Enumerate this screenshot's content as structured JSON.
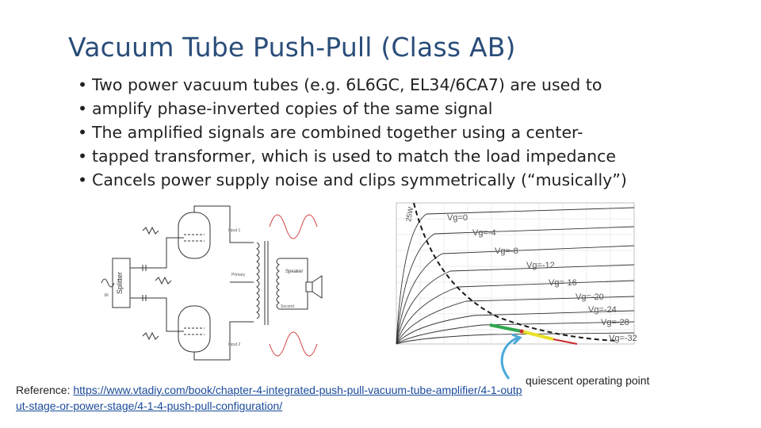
{
  "slide": {
    "title": "Vacuum Tube Push-Pull (Class AB)",
    "bullets": [
      "Two power vacuum tubes (e.g. 6L6GC, EL34/6CA7) are used to",
      "amplify phase-inverted copies of the same signal",
      "The amplified signals are combined together using a center-",
      "tapped transformer, which is used to match the load impedance",
      "Cancels power supply noise and clips symmetrically (“musically”)"
    ],
    "reference_label": "Reference:",
    "reference_url": "https://www.vtadiy.com/book/chapter-4-integrated-push-pull-vacuum-tube-amplifier/4-1-output-stage-or-power-stage/4-1-4-push-pull-configuration/",
    "callout": "quiescent operating point"
  },
  "circuit": {
    "splitter_label": "Splitter",
    "in_label": "in",
    "speaker_label": "Speaker",
    "labels": [
      "Input 1",
      "Input 2",
      "Primary",
      "Second"
    ]
  },
  "plate_curves": {
    "power_label": "25W",
    "vg_labels": [
      "Vg=0",
      "Vg=-4",
      "Vg=-8",
      "Vg=-12",
      "Vg=-16",
      "Vg=-20",
      "Vg=-24",
      "Vg=-28",
      "Vg=-32"
    ],
    "load_line_color": "#1a1a1a",
    "green_segment_color": "#2fa84f",
    "yellow_segment_color": "#e8e02a",
    "red_segment_color": "#d02a2a",
    "arrow_color": "#4aa8d8"
  }
}
